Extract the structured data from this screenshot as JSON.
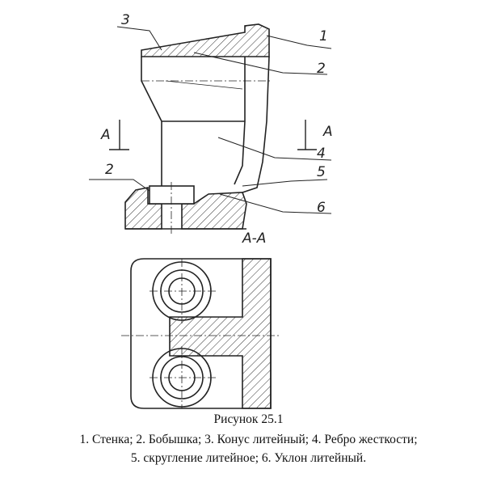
{
  "drawing": {
    "leaders": {
      "l1": "1",
      "l2": "2",
      "l3": "3",
      "l4": "4",
      "l5": "5",
      "l6": "6",
      "l2b": "2"
    },
    "section_marks": {
      "left": "A",
      "right": "A",
      "section_title": "А-А"
    }
  },
  "caption": {
    "figure_title": "Рисунок 25.1",
    "legend_line1": "1.  Стенка; 2. Бобышка; 3. Конус литейный; 4. Ребро жесткости;",
    "legend_line2": "5. скругление литейное; 6. Уклон литейный."
  }
}
